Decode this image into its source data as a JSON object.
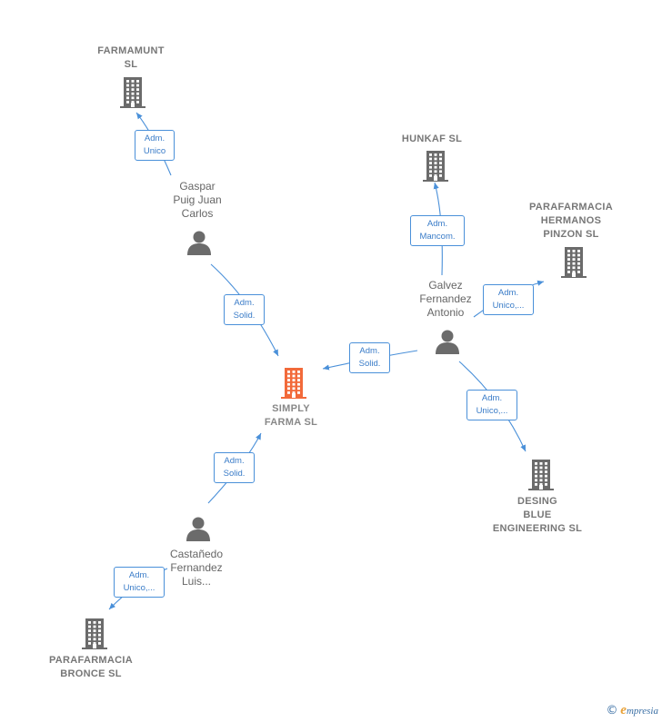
{
  "colors": {
    "edge": "#4a90d9",
    "company_icon": "#6b6b6b",
    "main_company_icon": "#f26a3a",
    "person_icon": "#6b6b6b"
  },
  "nodes": {
    "farmamunt": {
      "type": "company",
      "label": "FARMAMUNT\nSL"
    },
    "hunkaf": {
      "type": "company",
      "label": "HUNKAF  SL"
    },
    "parafarmacia_hermanos": {
      "type": "company",
      "label": "PARAFARMACIA\nHERMANOS\nPINZON  SL"
    },
    "simply_farma": {
      "type": "company",
      "label": "SIMPLY\nFARMA  SL",
      "main": true
    },
    "desing_blue": {
      "type": "company",
      "label": "DESING\nBLUE\nENGINEERING SL"
    },
    "parafarmacia_bronce": {
      "type": "company",
      "label": "PARAFARMACIA\nBRONCE  SL"
    },
    "gaspar": {
      "type": "person",
      "label": "Gaspar\nPuig Juan\nCarlos"
    },
    "galvez": {
      "type": "person",
      "label": "Galvez\nFernandez\nAntonio"
    },
    "castanedo": {
      "type": "person",
      "label": "Castañedo\nFernandez\nLuis..."
    }
  },
  "edges": [
    {
      "from": "gaspar",
      "to": "farmamunt",
      "label": "Adm.\nUnico"
    },
    {
      "from": "gaspar",
      "to": "simply_farma",
      "label": "Adm.\nSolid."
    },
    {
      "from": "galvez",
      "to": "hunkaf",
      "label": "Adm.\nMancom."
    },
    {
      "from": "galvez",
      "to": "parafarmacia_hermanos",
      "label": "Adm.\nUnico,..."
    },
    {
      "from": "galvez",
      "to": "simply_farma",
      "label": "Adm.\nSolid."
    },
    {
      "from": "galvez",
      "to": "desing_blue",
      "label": "Adm.\nUnico,..."
    },
    {
      "from": "castanedo",
      "to": "simply_farma",
      "label": "Adm.\nSolid."
    },
    {
      "from": "castanedo",
      "to": "parafarmacia_bronce",
      "label": "Adm.\nUnico,..."
    }
  ],
  "footer": {
    "copyright": "©",
    "brand_initial": "e",
    "brand_rest": "mpresia"
  }
}
